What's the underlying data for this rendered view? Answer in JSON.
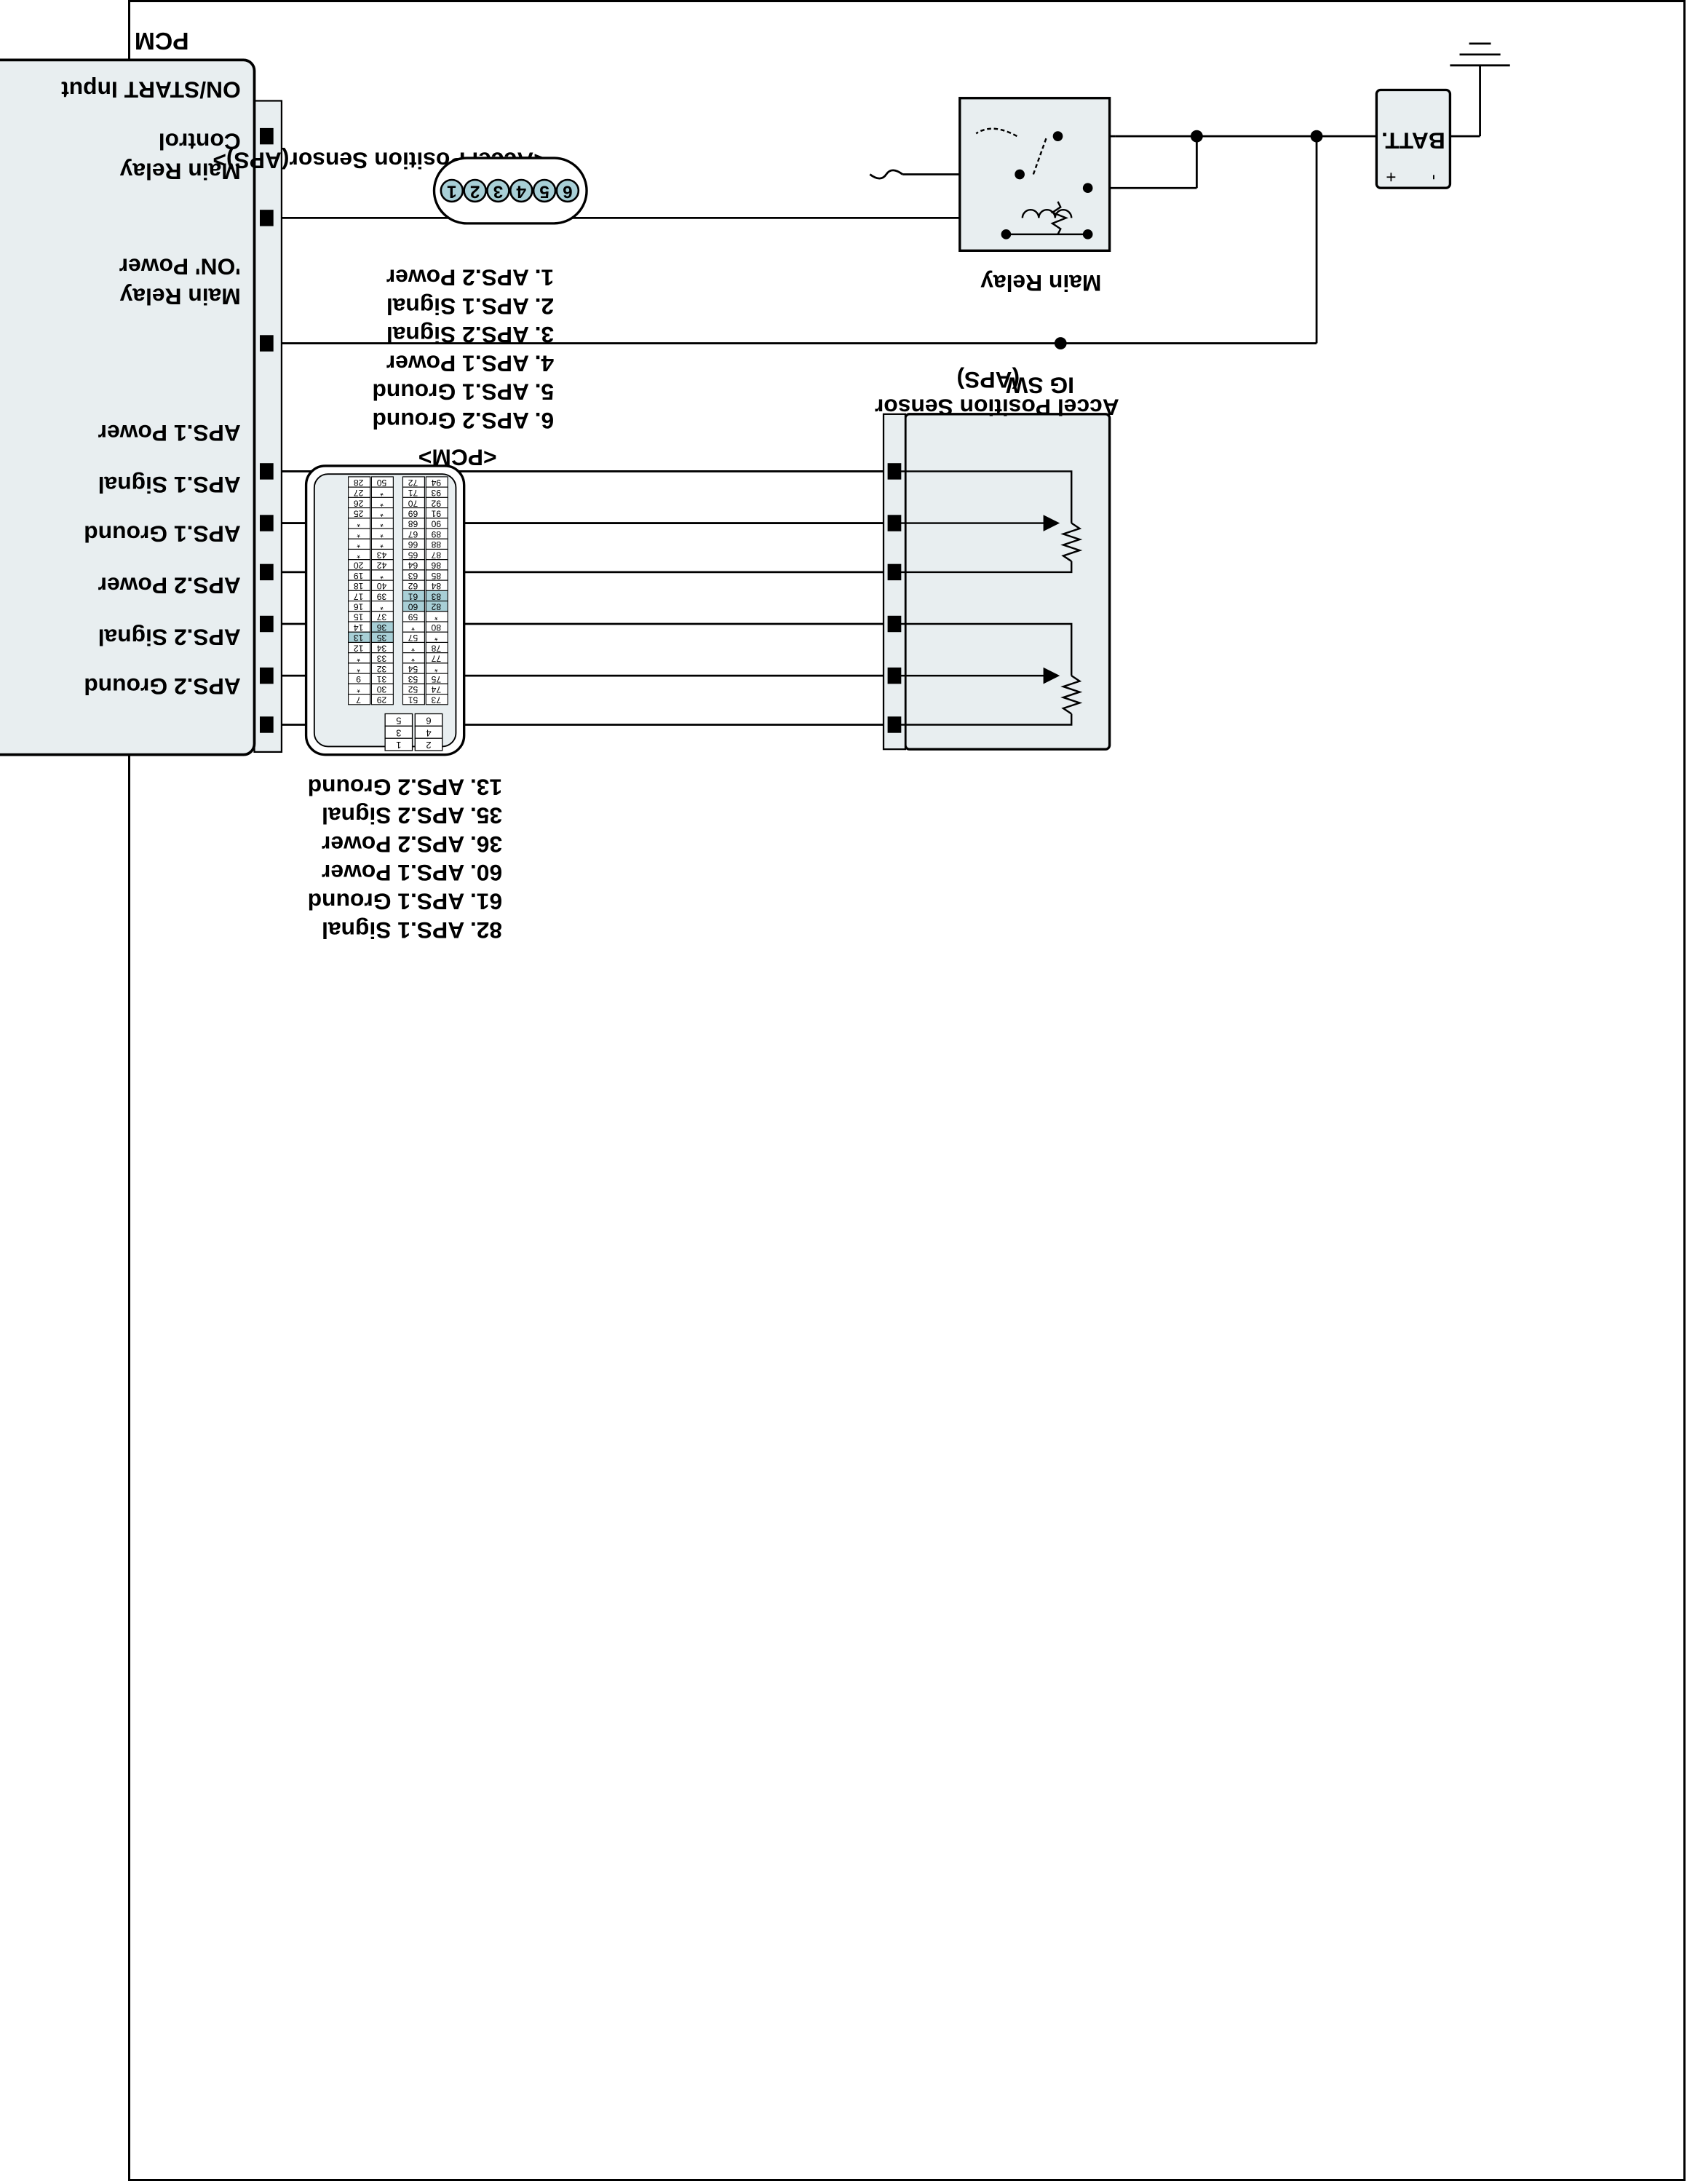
{
  "diagram": {
    "battery": {
      "label": "BATT.",
      "minus": "-",
      "plus": "+"
    },
    "ig_switch": {
      "label": "IG SW"
    },
    "main_relay": {
      "label": "Main Relay"
    },
    "sensor": {
      "title_line1": "Accel Position Sensor",
      "title_line2": "(APS)"
    },
    "pcm": {
      "title": "PCM",
      "pins": [
        {
          "lines": [
            "ON/START Input"
          ]
        },
        {
          "lines": [
            "Main Relay",
            "Control"
          ]
        },
        {
          "lines": [
            "Main Relay",
            "'ON' Power"
          ]
        },
        {
          "lines": [
            "APS.1 Power"
          ]
        },
        {
          "lines": [
            "APS.1 Signal"
          ]
        },
        {
          "lines": [
            "APS.1 Ground"
          ]
        },
        {
          "lines": [
            "APS.2 Power"
          ]
        },
        {
          "lines": [
            "APS.2 Signal"
          ]
        },
        {
          "lines": [
            "APS.2 Ground"
          ]
        }
      ]
    },
    "aps_connector": {
      "title": "<Accel Position Sensor(APS)>",
      "pins": [
        "6",
        "5",
        "4",
        "3",
        "2",
        "1"
      ],
      "legend": [
        "1. APS.2 Power",
        "2. APS.1 Signal",
        "3. APS.2 Signal",
        "4. APS.1 Power",
        "5. APS.1 Ground",
        "6. APS.2 Ground"
      ]
    },
    "pcm_connector": {
      "title": "<PCM>",
      "rows": [
        [
          "94",
          "93",
          "92",
          "91",
          "90",
          "89",
          "88",
          "87",
          "86",
          "85",
          "84",
          "83",
          "82",
          "*",
          "80",
          "*",
          "78",
          "77",
          "*",
          "75",
          "74",
          "73"
        ],
        [
          "72",
          "71",
          "70",
          "69",
          "68",
          "67",
          "66",
          "65",
          "64",
          "63",
          "62",
          "61",
          "60",
          "59",
          "*",
          "57",
          "*",
          "*",
          "54",
          "53",
          "52",
          "51"
        ],
        [
          "50",
          "*",
          "*",
          "*",
          "*",
          "*",
          "*",
          "43",
          "42",
          "*",
          "40",
          "39",
          "*",
          "37",
          "36",
          "35",
          "34",
          "33",
          "32",
          "31",
          "30",
          "29"
        ],
        [
          "28",
          "27",
          "26",
          "25",
          "*",
          "*",
          "*",
          "*",
          "20",
          "19",
          "18",
          "17",
          "16",
          "15",
          "14",
          "13",
          "12",
          "*",
          "*",
          "9",
          "*",
          "7"
        ]
      ],
      "highlighted": [
        "82",
        "83",
        "60",
        "61",
        "36",
        "35",
        "13"
      ],
      "power_pins": [
        [
          "6",
          "5"
        ],
        [
          "4",
          "3"
        ],
        [
          "2",
          "1"
        ]
      ],
      "legend": [
        "13. APS.2 Ground",
        "35. APS.2 Signal",
        "36. APS.2 Power",
        "60. APS.1 Power",
        "61. APS.1 Ground",
        "82. APS.1 Signal"
      ]
    }
  }
}
